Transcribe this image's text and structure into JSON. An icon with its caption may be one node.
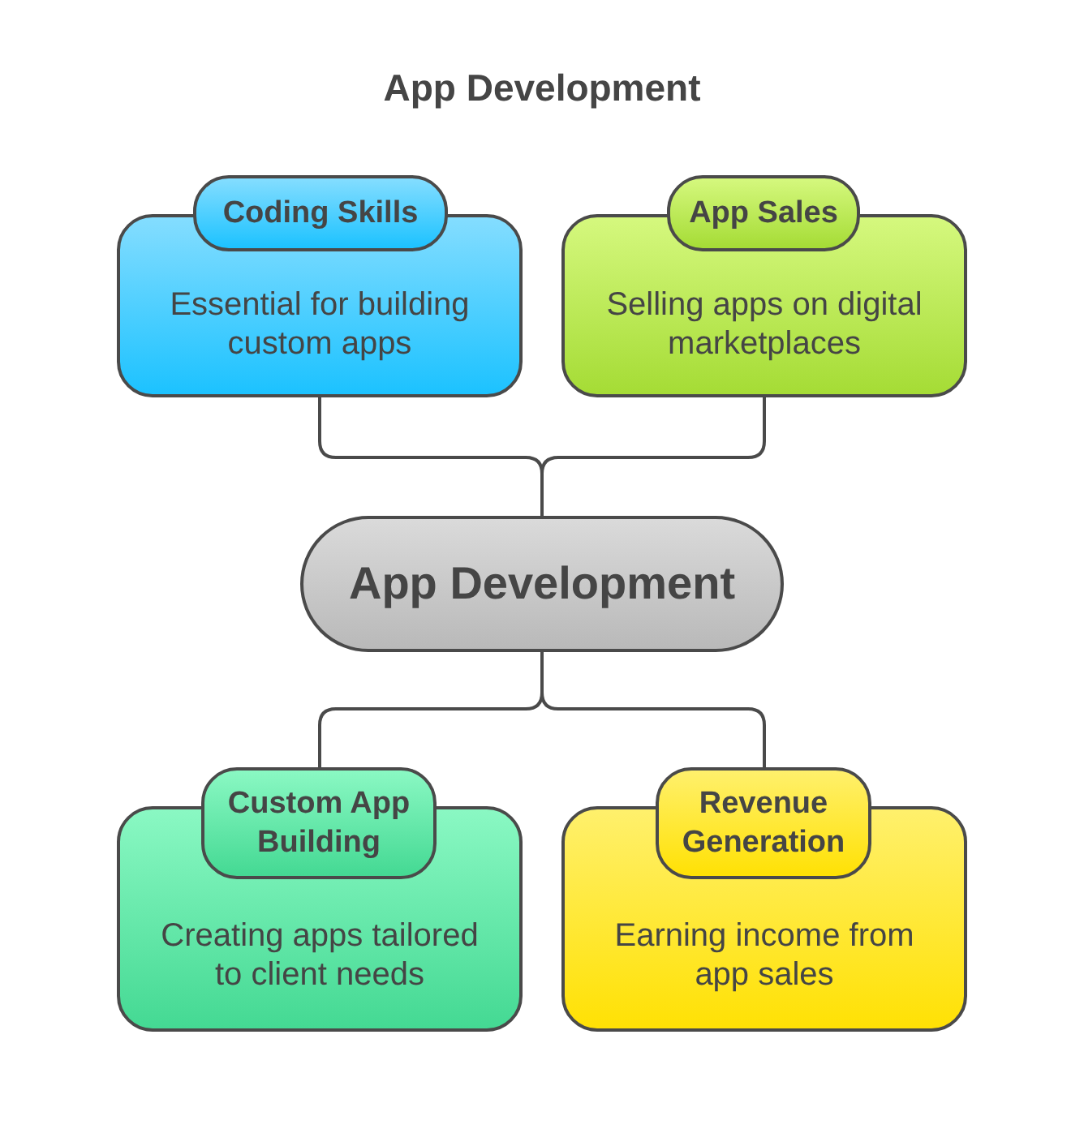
{
  "diagram": {
    "title": "App Development",
    "nodes": [
      {
        "text": [
          "Coding Skills",
          "Essential for building custom apps"
        ]
      },
      {
        "text": [
          "App Sales",
          "Selling apps on digital marketplaces"
        ]
      },
      {
        "text": [
          "App Development"
        ]
      },
      {
        "text": [
          "Custom App Building",
          "Creating apps tailored to client needs"
        ]
      },
      {
        "text": [
          "Revenue Generation",
          "Earning income from app sales"
        ]
      }
    ],
    "edges": [
      {
        "from": 0,
        "to": 2,
        "arrow": "none"
      },
      {
        "from": 1,
        "to": 2,
        "arrow": "none"
      },
      {
        "from": 2,
        "to": 3,
        "arrow": "none"
      },
      {
        "from": 2,
        "to": 4,
        "arrow": "none"
      }
    ]
  }
}
